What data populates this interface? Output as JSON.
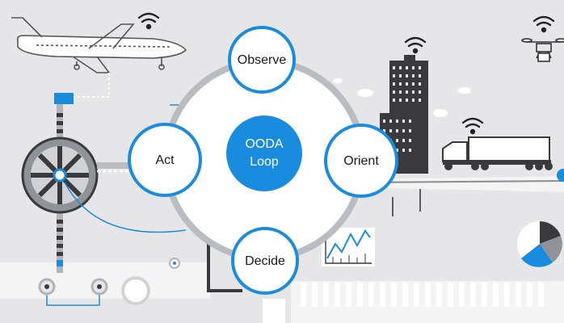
{
  "diagram": {
    "center": {
      "line1": "OODA",
      "line2": "Loop"
    },
    "nodes": {
      "observe": "Observe",
      "orient": "Orient",
      "decide": "Decide",
      "act": "Act"
    }
  },
  "colors": {
    "accent": "#1a8ce0",
    "center_fill": "#1a8ce0",
    "ring": "#b9bdc2",
    "background": "#e6e6e8",
    "dark": "#3a3a3e"
  },
  "icons": [
    "airplane-icon",
    "wifi-icon",
    "drone-icon",
    "building-icon",
    "truck-icon",
    "wind-turbine-icon",
    "line-chart-icon",
    "pie-chart-icon",
    "cloud-icon"
  ]
}
